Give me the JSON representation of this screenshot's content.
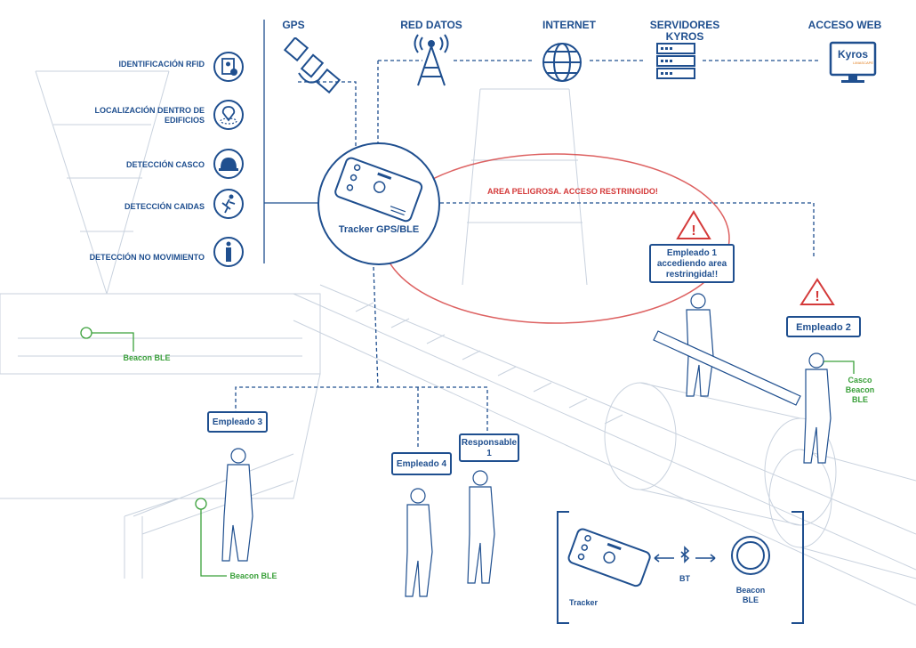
{
  "header": {
    "gps": "GPS",
    "red_datos": "RED DATOS",
    "internet": "INTERNET",
    "servidores": "SERVIDORES KYROS",
    "acceso_web": "ACCESO WEB"
  },
  "features": [
    {
      "label": "IDENTIFICACIÓN RFID",
      "icon": "rfid-id-card-icon"
    },
    {
      "label": "LOCALIZACIÓN DENTRO DE EDIFICIOS",
      "icon": "indoor-location-pin-icon"
    },
    {
      "label": "DETECCIÓN CASCO",
      "icon": "helmet-icon"
    },
    {
      "label": "DETECCIÓN CAIDAS",
      "icon": "fall-person-icon"
    },
    {
      "label": "DETECCIÓN NO MOVIMIENTO",
      "icon": "standing-person-icon"
    }
  ],
  "tracker_label": "Tracker GPS/BLE",
  "danger_zone": "AREA PELIGROSA. ACCESO RESTRINGIDO!",
  "employees": {
    "e1": "Empleado 1 accediendo area restringida!!",
    "e2": "Empleado 2",
    "e3": "Empleado 3",
    "e4": "Empleado 4",
    "r1": "Responsable 1"
  },
  "beacons": {
    "b1": "Beacon BLE",
    "b2": "Beacon BLE",
    "casco": "Casco Beacon BLE"
  },
  "legend": {
    "tracker": "Tracker",
    "bt": "BT",
    "beacon": "Beacon BLE"
  },
  "logo": {
    "text": "Kyros",
    "sub": "LIMASCAPE"
  },
  "colors": {
    "primary": "#1f4f8f",
    "danger": "#d43a3a",
    "beacon": "#3aa03a",
    "background_lines": "#c9d2de"
  }
}
